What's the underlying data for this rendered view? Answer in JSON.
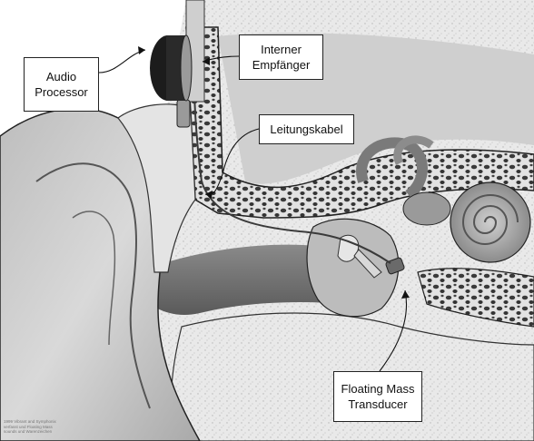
{
  "labels": {
    "audio_processor": "Audio\nProcessor",
    "internal_receiver": "Interner\nEmpfänger",
    "lead_cable": "Leitungskabel",
    "floating_mass_transducer": "Floating Mass\nTransducer"
  },
  "credit": "1999 Vibrant and Symphonix\nverfasst und Floating Mass\nsounds und Warenzeichen",
  "colors": {
    "background": "#ffffff",
    "skull_dark": "#6e6e6e",
    "skin_light": "#d7d7d7",
    "bone_speckle": "#efefef",
    "outline": "#222222"
  }
}
